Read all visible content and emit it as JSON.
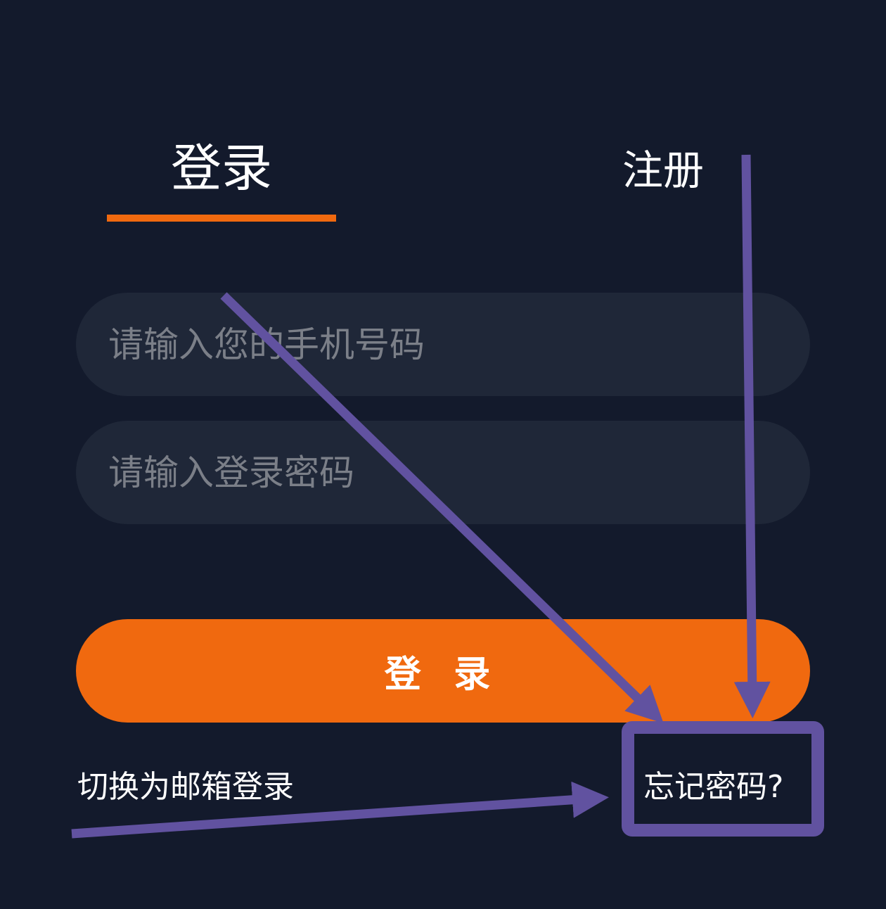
{
  "tabs": {
    "login": "登录",
    "register": "注册"
  },
  "form": {
    "phone_placeholder": "请输入您的手机号码",
    "password_placeholder": "请输入登录密码",
    "submit_label": "登 录"
  },
  "links": {
    "switch_email": "切换为邮箱登录",
    "forgot_password": "忘记密码?"
  },
  "colors": {
    "background": "#131a2c",
    "field": "#1f2738",
    "accent": "#f0690f",
    "annotation": "#6152a0"
  }
}
